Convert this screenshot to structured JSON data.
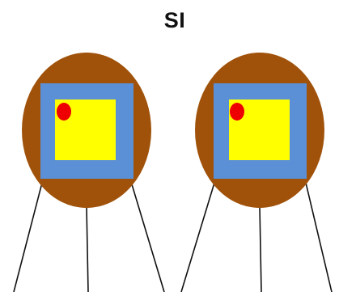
{
  "title": "SI",
  "colors": {
    "outer_ellipse": "#A0520A",
    "frame_square": "#5B8FD6",
    "inner_square": "#FFFF00",
    "dot": "#EE0000",
    "strings": "#111111"
  },
  "objects": [
    {
      "name": "object-left"
    },
    {
      "name": "object-right"
    }
  ]
}
